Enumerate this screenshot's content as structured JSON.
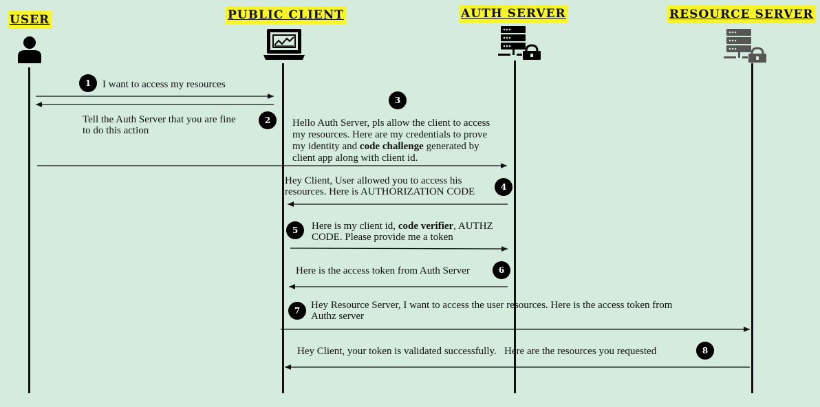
{
  "actors": {
    "user": "USER",
    "client": "PUBLIC CLIENT",
    "auth": "AUTH SERVER",
    "resource": "RESOURCE SERVER"
  },
  "steps": [
    {
      "n": "1",
      "text": "I want to access my resources"
    },
    {
      "n": "2",
      "line1": "Tell the Auth Server that you are fine",
      "line2": "to do this action"
    },
    {
      "n": "3",
      "line1": "Hello Auth Server, pls allow the client to access",
      "line2": "my resources. Here are my credentials to prove",
      "line3_pre": "my identity and ",
      "line3_bold": "code challenge",
      "line3_post": " generated by",
      "line4": "client app along with client id."
    },
    {
      "n": "4",
      "line1": "Hey Client, User allowed you to access his",
      "line2": "resources. Here is AUTHORIZATION CODE"
    },
    {
      "n": "5",
      "line1_pre": "Here is my client id, ",
      "line1_bold": "code verifier",
      "line1_post": ", AUTHZ",
      "line2": "CODE. Please provide me a token"
    },
    {
      "n": "6",
      "text": "Here is the access token from Auth Server"
    },
    {
      "n": "7",
      "line1": "Hey Resource Server,  I want to access the user resources. Here is the access token from",
      "line2": "Authz server"
    },
    {
      "n": "8",
      "text": "Hey Client, your token is validated successfully.   Here are the resources you requested"
    }
  ],
  "icons": {
    "user": "person-icon",
    "client": "laptop-chart-icon",
    "auth": "server-lock-icon",
    "resource": "server-lock-icon"
  },
  "colors": {
    "background": "#d4ebdd",
    "title_highlight": "#f7f42a",
    "resource_icon": "#555555"
  }
}
